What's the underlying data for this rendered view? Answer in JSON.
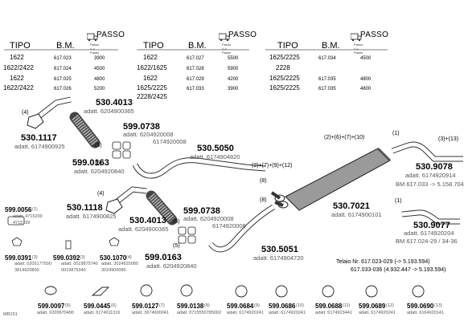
{
  "tables": [
    {
      "h_tipo": "TIPO",
      "h_bm": "B.M.",
      "passo": "PASSO",
      "passo_tag": "Passo <-> Pases",
      "rows": [
        {
          "tipo": "1622",
          "bm": "617.023",
          "passo": "3900"
        },
        {
          "tipo": "1622/2422",
          "bm": "617.024",
          "passo": "4500"
        },
        {
          "tipo": "1622",
          "bm": "617.025",
          "passo": "4800"
        },
        {
          "tipo": "1622/2422",
          "bm": "617.026",
          "passo": "5200"
        }
      ]
    },
    {
      "h_tipo": "TIPO",
      "h_bm": "B.M.",
      "passo": "PASSO",
      "passo_tag": "Passo <-> Pases",
      "rows": [
        {
          "tipo": "1622",
          "bm": "617.027",
          "passo": "5500"
        },
        {
          "tipo": "1622/1625",
          "bm": "617.028",
          "passo": "5900"
        },
        {
          "tipo": "1622",
          "bm": "617.029",
          "passo": "4200"
        },
        {
          "tipo": "1625/2225",
          "bm": "617.033",
          "passo": "3900"
        },
        {
          "tipo": "2228/2425",
          "bm": "",
          "passo": ""
        }
      ]
    },
    {
      "h_tipo": "TIPO",
      "h_bm": "B.M.",
      "passo": "PASSO",
      "passo_tag": "Passo <-> Pases",
      "rows": [
        {
          "tipo": "1625/2225",
          "bm": "617.034",
          "passo": "4500"
        },
        {
          "tipo": "2228",
          "bm": "",
          "passo": ""
        },
        {
          "tipo": "1625/2225",
          "bm": "617.035",
          "passo": "4800"
        },
        {
          "tipo": "1625/2225",
          "bm": "617.035",
          "passo": "4800"
        }
      ]
    }
  ],
  "parts": {
    "p530_1117": {
      "pn": "530.1117",
      "sub": "adatt. 6174900925",
      "ref": "(4)"
    },
    "p530_4013a": {
      "pn": "530.4013",
      "sub": "adatt. 6204900365"
    },
    "p599_0738a": {
      "pn": "599.0738",
      "sub1": "adatt. 6204920008",
      "sub2": "6174920008",
      "ref": "(5)"
    },
    "p599_0163a": {
      "pn": "599.0163",
      "sub": "adatt. 6204920840",
      "ref": "(5)"
    },
    "p530_5050": {
      "pn": "530.5050",
      "sub": "adatt. 6174904820"
    },
    "p530_1118": {
      "pn": "530.1118",
      "sub": "adatt. 6174900825",
      "ref": "(4)"
    },
    "p530_4013b": {
      "pn": "530.4013",
      "sub": "adatt. 6204900365"
    },
    "p599_0738b": {
      "pn": "599.0738",
      "sub1": "adatt. 6204920008",
      "sub2": "6174920008",
      "ref": "(5)"
    },
    "p599_0163b": {
      "pn": "599.0163",
      "sub": "adatt. 6204920840",
      "ref": "(5)"
    },
    "p530_5051": {
      "pn": "530.5051",
      "sub": "adatt. 6174904720"
    },
    "p530_7021": {
      "pn": "530.7021",
      "sub": "adatt. 6174900101",
      "ref_top": "(2)+(6)+(7)+(10)",
      "ref_side": "(2)+(7)+(9)+(12)",
      "ref8a": "(8)",
      "ref8b": "(8)"
    },
    "p530_9078": {
      "pn": "530.9078",
      "sub": "adatt. 6174920914",
      "bm": "BM 617.033 -> 5.158.704",
      "ref1": "(1)",
      "ref2": "(3)+(13)"
    },
    "p530_9077": {
      "pn": "530.9077",
      "sub": "adatt. 6174920204",
      "bm": "BM 617.024-29 / 34-36",
      "ref": "(1)"
    }
  },
  "small_parts": {
    "p0056": {
      "pn": "599.0056",
      "ref": "(1)",
      "sub1": "adatt. 4715200",
      "sub2": "4715199"
    },
    "p0391": {
      "pn": "599.0391",
      "ref": "(3)",
      "sub1": "adatt. 0205177500",
      "sub2": "3814920800"
    },
    "p0392": {
      "pn": "599.0392",
      "ref": "(3)",
      "sub1": "adatt. 0019875740",
      "sub2": "0019875340"
    },
    "p1070": {
      "pn": "530.1070",
      "ref": "(4)",
      "sub1": "adatt. 3024920080",
      "sub2": "3024900080"
    }
  },
  "telaio": {
    "line1": "Telaio Nr. 617.023-029 (-> 5.193.594)",
    "line2": "617.033-036 (4.932.447 -> 5.193.594)"
  },
  "clamps": [
    {
      "pn": "599.0097",
      "ref": "(5)",
      "sub": "adatt. 6209970490"
    },
    {
      "pn": "599.0445",
      "ref": "(6)",
      "sub": "adatt. 6174911316"
    },
    {
      "pn": "599.0127",
      "ref": "(7)",
      "sub": "adatt. 3674900041"
    },
    {
      "pn": "599.0138",
      "ref": "(8)",
      "sub": "adatt. 0715550785002"
    },
    {
      "pn": "599.0684",
      "ref": "(9)",
      "sub": "adatt. 6174920241"
    },
    {
      "pn": "599.0686",
      "ref": "(10)",
      "sub": "adatt. 6174920241"
    },
    {
      "pn": "599.0688",
      "ref": "(11)",
      "sub": "adatt. 6174923441"
    },
    {
      "pn": "599.0689",
      "ref": "(12)",
      "sub": "adatt. 6174920241"
    },
    {
      "pn": "599.0690",
      "ref": "(13)",
      "sub": "adatt. 6164920141"
    }
  ],
  "footer": {
    "code": "MR151"
  }
}
